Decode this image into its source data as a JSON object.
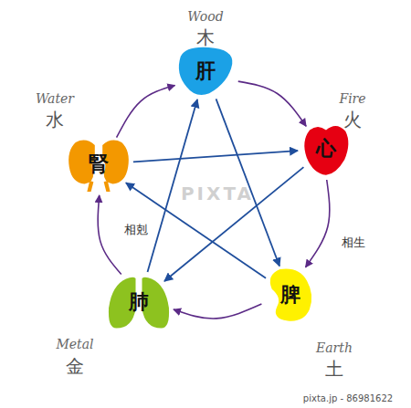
{
  "diagram": {
    "nodes": [
      {
        "text": [
          "肝"
        ]
      },
      {
        "text": [
          "心"
        ]
      },
      {
        "text": [
          "脾"
        ]
      },
      {
        "text": [
          "肺"
        ]
      },
      {
        "text": [
          "腎"
        ]
      }
    ],
    "edges": [
      {
        "from": 0,
        "to": 1,
        "arrow": "to"
      },
      {
        "from": 1,
        "to": 2,
        "arrow": "to"
      },
      {
        "from": 2,
        "to": 3,
        "arrow": "to"
      },
      {
        "from": 3,
        "to": 4,
        "arrow": "to"
      },
      {
        "from": 4,
        "to": 0,
        "arrow": "to"
      },
      {
        "from": 0,
        "to": 2,
        "arrow": "to"
      },
      {
        "from": 2,
        "to": 4,
        "arrow": "to"
      },
      {
        "from": 4,
        "to": 1,
        "arrow": "to"
      },
      {
        "from": 1,
        "to": 3,
        "arrow": "to"
      },
      {
        "from": 3,
        "to": 0,
        "arrow": "to"
      }
    ],
    "labels": [
      "Wood",
      "木",
      "Fire",
      "火",
      "Earth",
      "土",
      "Metal",
      "金",
      "Water",
      "水",
      "相生",
      "相剋",
      "PIXTA",
      "pixta.jp - 86981622"
    ]
  }
}
